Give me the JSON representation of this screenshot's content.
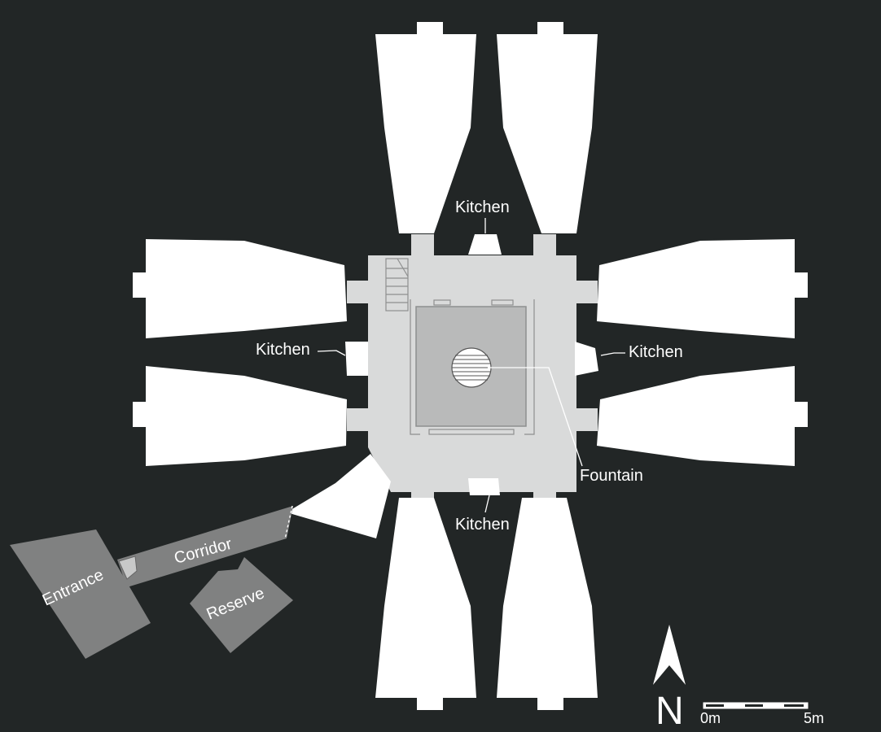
{
  "labels": {
    "kitchen_north": "Kitchen",
    "kitchen_west": "Kitchen",
    "kitchen_east": "Kitchen",
    "kitchen_south": "Kitchen",
    "fountain": "Fountain",
    "corridor": "Corridor",
    "entrance": "Entrance",
    "reserve": "Reserve"
  },
  "north_arrow": {
    "letter": "N"
  },
  "scale_bar": {
    "start_label": "0m",
    "end_label": "5m"
  },
  "colors": {
    "background": "#222626",
    "rooms": "#ffffff",
    "courtyard": "#d9dada",
    "fountain_basin": "#b9baba",
    "annex": "#808181"
  }
}
